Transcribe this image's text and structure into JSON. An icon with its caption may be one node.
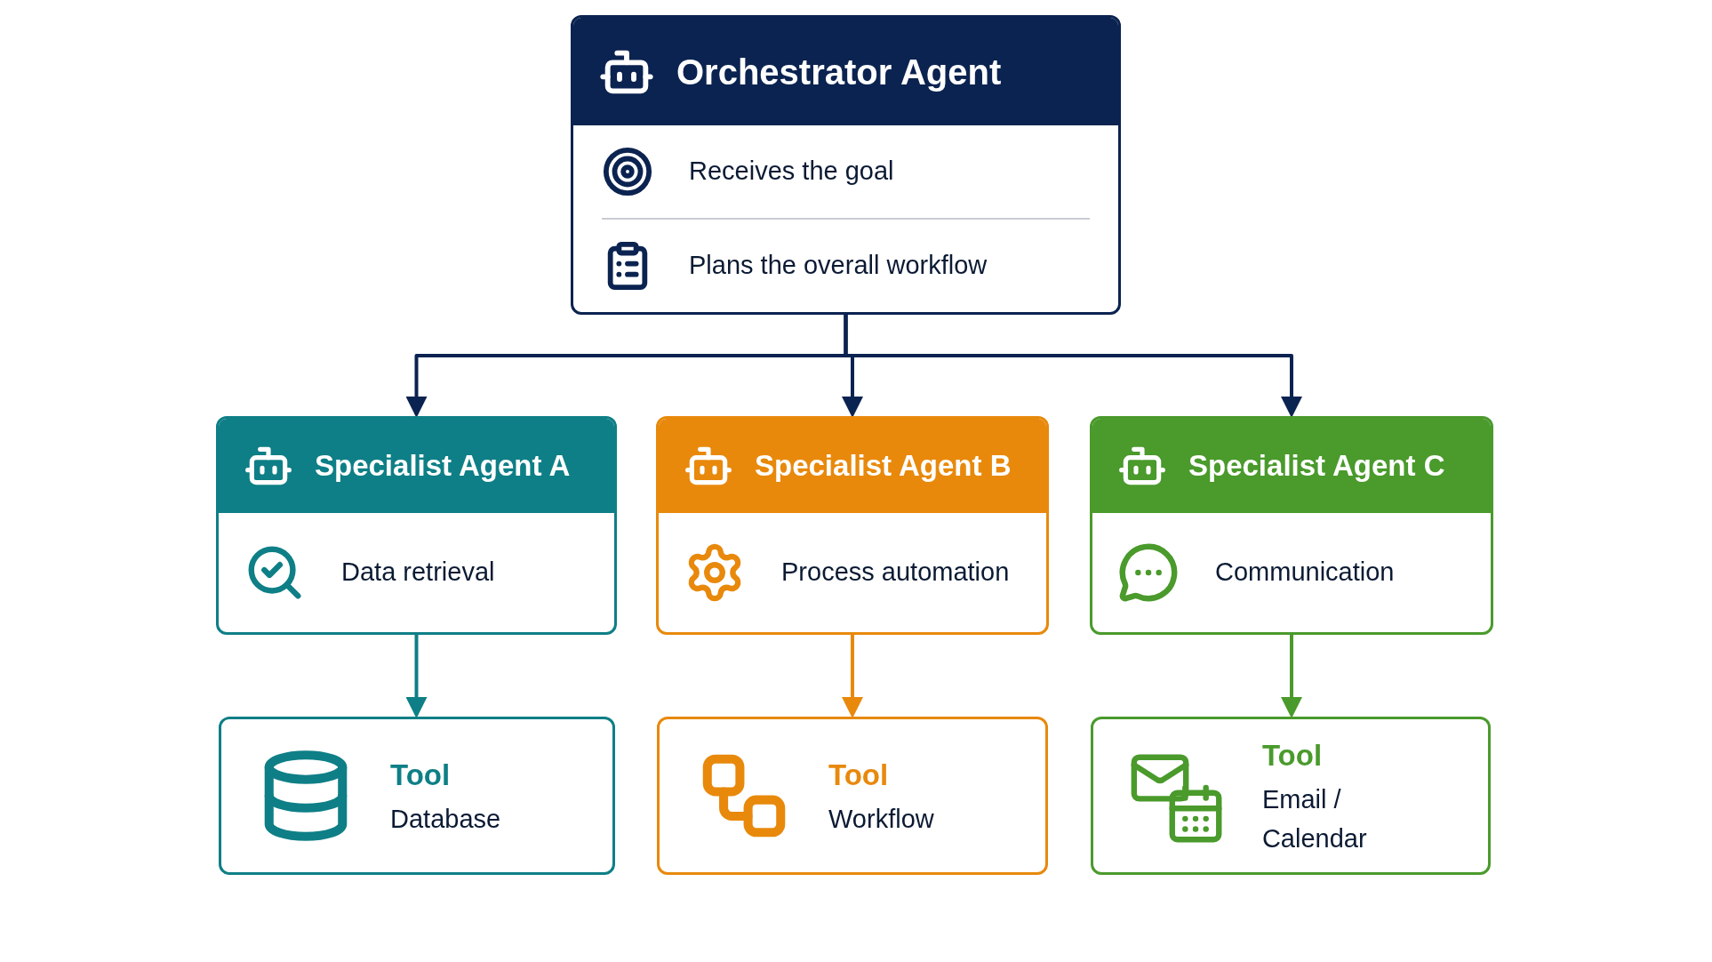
{
  "diagram": {
    "nodes": [
      {
        "text": [
          "Orchestrator Agent",
          "Receives the goal",
          "Plans the overall workflow"
        ]
      },
      {
        "text": [
          "Specialist Agent A",
          "Data retrieval"
        ]
      },
      {
        "text": [
          "Specialist Agent B",
          "Process automation"
        ]
      },
      {
        "text": [
          "Specialist Agent C",
          "Communication"
        ]
      },
      {
        "text": [
          "Tool",
          "Database"
        ]
      },
      {
        "text": [
          "Tool",
          "Workflow"
        ]
      },
      {
        "text": [
          "Tool",
          "Email / Calendar"
        ]
      }
    ],
    "edges": [
      {
        "from": 0,
        "to": 1,
        "arrow": "to"
      },
      {
        "from": 0,
        "to": 2,
        "arrow": "to"
      },
      {
        "from": 0,
        "to": 3,
        "arrow": "to"
      },
      {
        "from": 1,
        "to": 4,
        "arrow": "to",
        "color": "#0e7f86"
      },
      {
        "from": 2,
        "to": 5,
        "arrow": "to",
        "color": "#e8890c"
      },
      {
        "from": 3,
        "to": 6,
        "arrow": "to",
        "color": "#4a9a2c"
      }
    ]
  }
}
